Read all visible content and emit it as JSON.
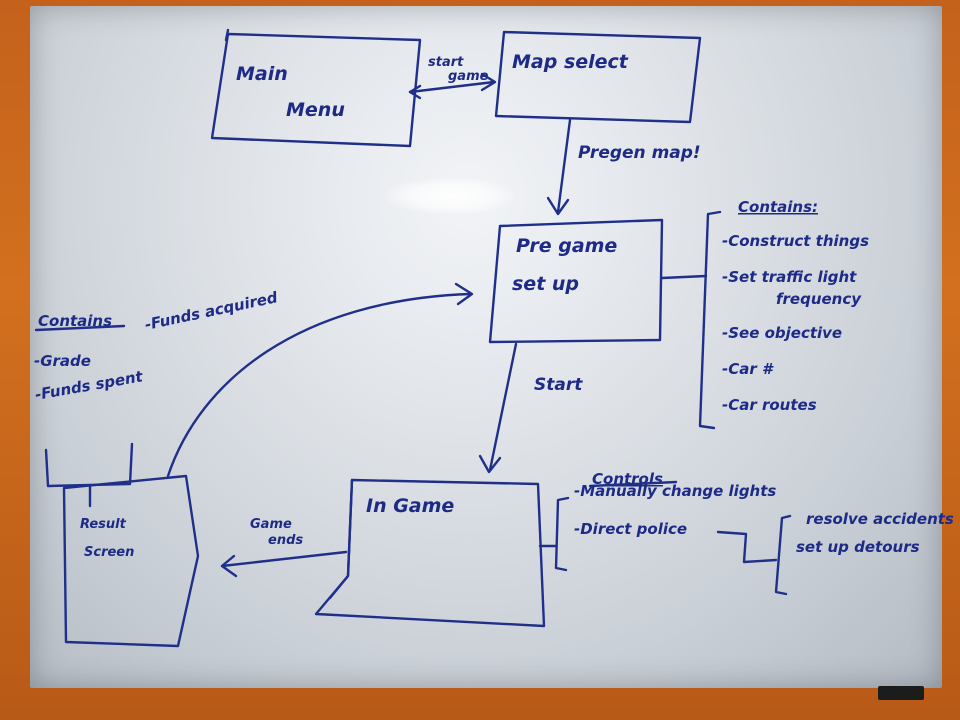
{
  "boxes": {
    "main_menu": [
      "Main",
      "Menu"
    ],
    "map_select": "Map select",
    "pregame_setup": [
      "Pre game",
      "set up"
    ],
    "in_game": "In Game",
    "result_screen": [
      "Result",
      "Screen"
    ]
  },
  "arrows": {
    "start_game": [
      "start",
      "game"
    ],
    "pregen_map": "Pregen map!",
    "start": "Start",
    "game_ends": [
      "Game",
      "ends"
    ]
  },
  "pregame_notes": {
    "heading": "Contains:",
    "items": [
      "-Construct things",
      "-Set traffic light",
      "frequency",
      "-See objective",
      "-Car #",
      "-Car routes"
    ]
  },
  "result_notes": {
    "heading": "Contains",
    "grade": "-Grade",
    "funds_acquired": "-Funds acquired",
    "funds_spent": "-Funds spent"
  },
  "ingame_notes": {
    "heading": "Controls",
    "items": [
      "-Manually change lights",
      "-Direct police"
    ],
    "sub_items": [
      "resolve accidents",
      "set up detours"
    ]
  },
  "colors": {
    "ink": "#1f2f8a",
    "frame": "#c4611c",
    "board": "#e6e9ed"
  }
}
